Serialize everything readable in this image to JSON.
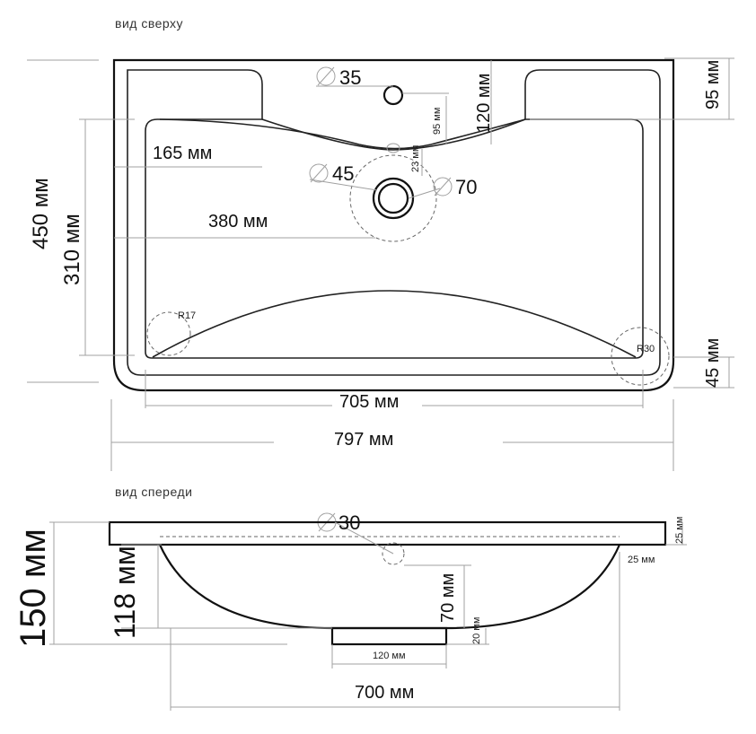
{
  "views": {
    "top": "вид сверху",
    "front": "вид спереди"
  },
  "top_view": {
    "tap_hole": "35",
    "tap_offset": "120 мм",
    "tap_gap": "95 мм",
    "rim_right": "95 мм",
    "side_depth": "165 мм",
    "drain_hole": "45",
    "drain_bowl": "70",
    "drain_offset": "23 мм",
    "drain_center": "380 мм",
    "radius_left": "R17",
    "radius_right": "R30",
    "total_depth": "450 мм",
    "bowl_depth": "310 мм",
    "front_rim": "45 мм",
    "inner_width": "705 мм",
    "total_width": "797 мм"
  },
  "front_view": {
    "overflow_hole": "30",
    "top_thickness": "25 мм",
    "rim_inset": "25 мм",
    "total_height": "150 мм",
    "bowl_height": "118 мм",
    "drain_height": "70 мм",
    "foot_height": "20 мм",
    "foot_width": "120 мм",
    "bowl_width": "700 мм"
  }
}
